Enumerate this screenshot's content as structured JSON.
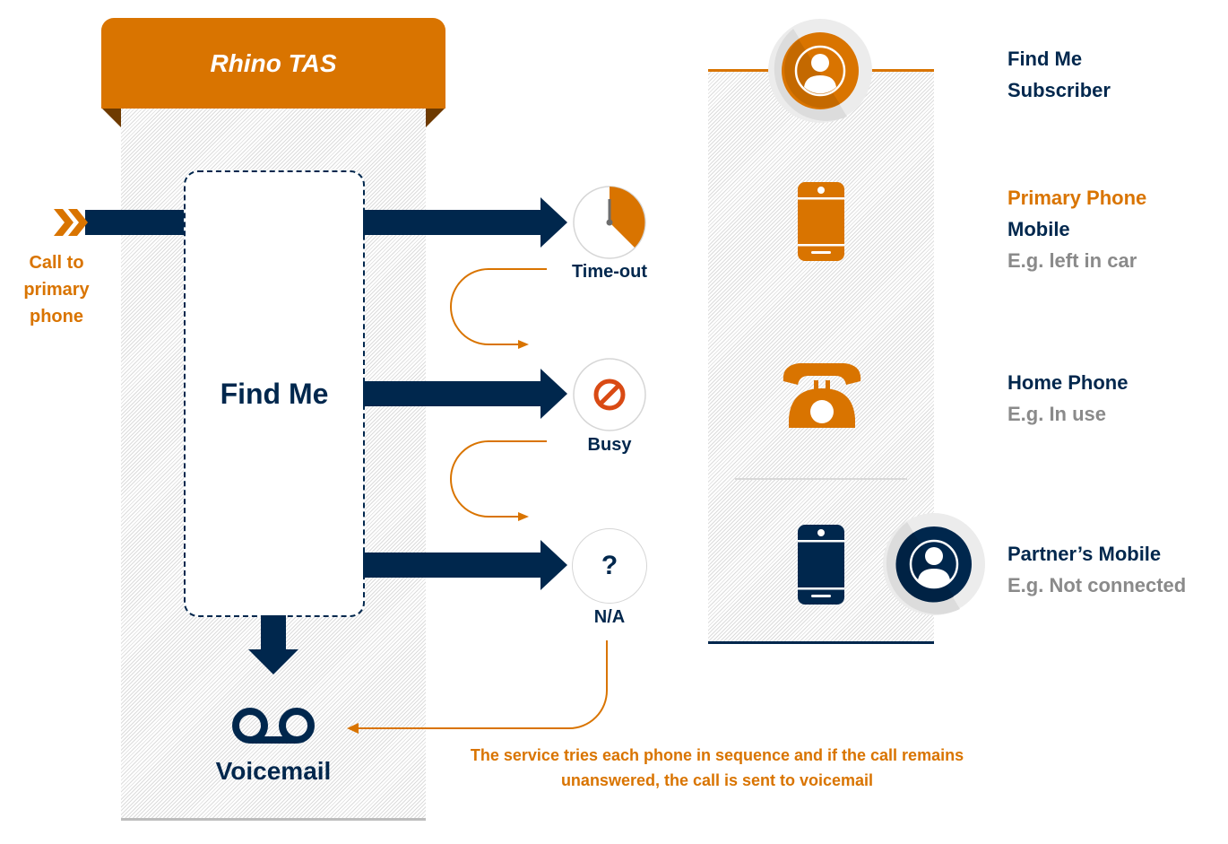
{
  "colors": {
    "navy": "#00274d",
    "orange": "#d97400",
    "dark_orange": "#6e3a00",
    "grey_text": "#8a8a8a",
    "red_busy": "#d94a14"
  },
  "banner": {
    "title": "Rhino TAS"
  },
  "input": {
    "label_line1": "Call to",
    "label_line2": "primary",
    "label_line3": "phone",
    "icon": "double-chevron-right-icon"
  },
  "process": {
    "title": "Find Me"
  },
  "outcomes": [
    {
      "label": "Time-out",
      "icon": "timer-icon"
    },
    {
      "label": "Busy",
      "icon": "no-entry-icon"
    },
    {
      "label": "N/A",
      "icon": "question-mark-icon",
      "glyph": "?"
    }
  ],
  "voicemail": {
    "label": "Voicemail",
    "icon": "voicemail-icon"
  },
  "note": {
    "line1": "The service tries each phone in sequence and if the call remains",
    "line2": "unanswered, the call is sent to voicemail"
  },
  "subscriber": {
    "title_line1": "Find Me",
    "title_line2": "Subscriber",
    "icon": "user-avatar-icon"
  },
  "phones": [
    {
      "title": "Primary Phone",
      "subtitle": "Mobile",
      "example": "E.g. left in car",
      "icon": "mobile-phone-icon"
    },
    {
      "title": "Home Phone",
      "example": "E.g. In use",
      "icon": "rotary-phone-icon"
    },
    {
      "title": "Partner’s Mobile",
      "example": "E.g. Not connected",
      "icon": "mobile-phone-icon"
    }
  ]
}
